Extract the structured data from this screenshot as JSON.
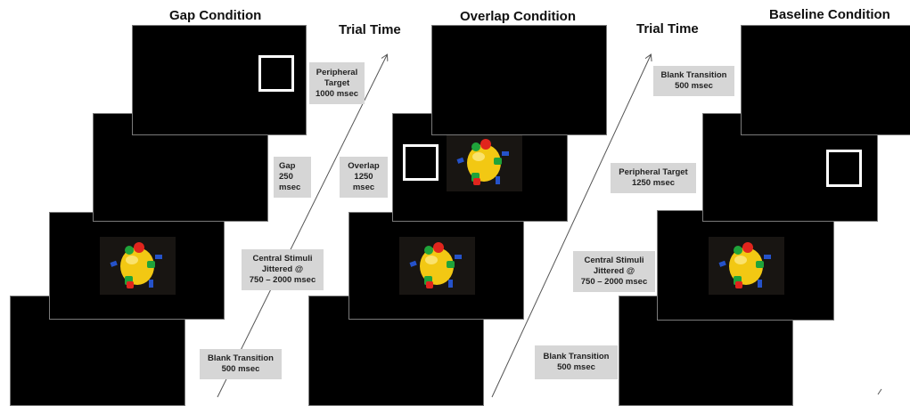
{
  "titles": {
    "gap": "Gap Condition",
    "overlap": "Overlap Condition",
    "baseline": "Baseline Condition",
    "trial_time_1": "Trial Time",
    "trial_time_2": "Trial Time"
  },
  "gap": {
    "peripheral": [
      "Peripheral",
      "Target",
      "1000 msec"
    ],
    "gap": [
      "Gap",
      "250",
      "msec"
    ],
    "central": [
      "Central Stimuli",
      "Jittered @",
      "750 – 2000 msec"
    ],
    "blank": [
      "Blank Transition",
      "500 msec"
    ]
  },
  "overlap": {
    "overlap": [
      "Overlap",
      "1250",
      "msec"
    ]
  },
  "baseline": {
    "blank_top": [
      "Blank Transition",
      "500 msec"
    ],
    "peripheral": [
      "Peripheral Target",
      "1250 msec"
    ],
    "central": [
      "Central Stimuli",
      "Jittered @",
      "750 – 2000 msec"
    ],
    "blank": [
      "Blank Transition",
      "500 msec"
    ]
  },
  "colors": {
    "screen": "#000000",
    "screen_border": "#7a7a7a",
    "label_bg": "#d6d6d6",
    "target_border": "#ffffff",
    "toy_body": "#f2c813",
    "toy_red": "#e0251d",
    "toy_green": "#1fa33a",
    "toy_blue": "#2552c9"
  }
}
